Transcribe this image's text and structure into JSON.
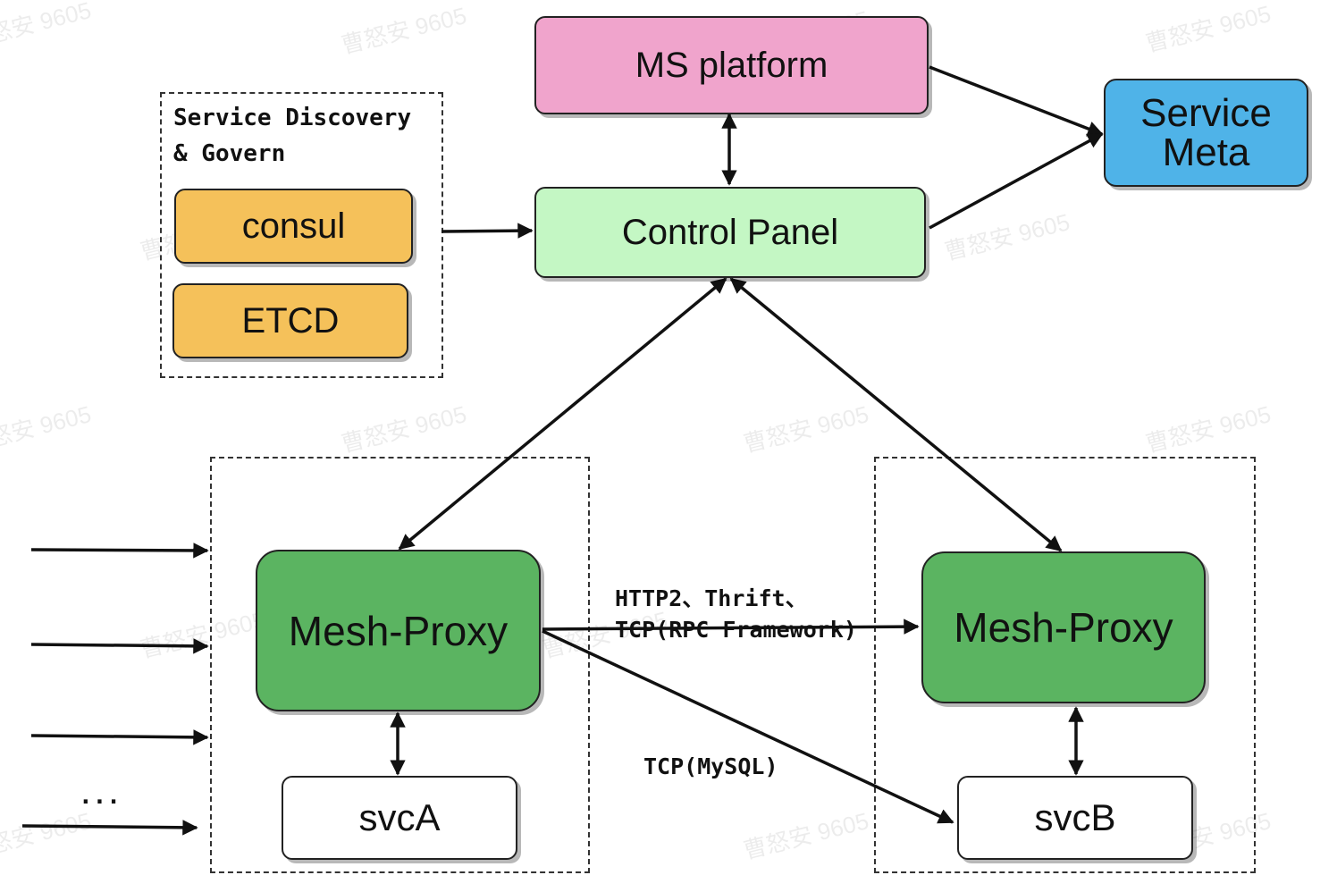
{
  "nodes": {
    "ms_platform": "MS platform",
    "service_meta_line1": "Service",
    "service_meta_line2": "Meta",
    "control_panel": "Control Panel",
    "consul": "consul",
    "etcd": "ETCD",
    "mesh_proxy_a": "Mesh-Proxy",
    "mesh_proxy_b": "Mesh-Proxy",
    "svc_a": "svcA",
    "svc_b": "svcB"
  },
  "groups": {
    "discovery_line1": "Service Discovery",
    "discovery_line2": "& Govern"
  },
  "edge_labels": {
    "rpc_line1": "HTTP2、Thrift、",
    "rpc_line2": "TCP(RPC Framework)",
    "mysql": "TCP(MySQL)",
    "more_inputs": "..."
  },
  "watermark": "曹怒安 9605",
  "colors": {
    "ms_platform": "#f0a4cc",
    "service_meta": "#4fb3e8",
    "control_panel": "#c4f7c4",
    "store": "#f5c15a",
    "mesh_proxy": "#5bb461",
    "svc": "#ffffff"
  }
}
